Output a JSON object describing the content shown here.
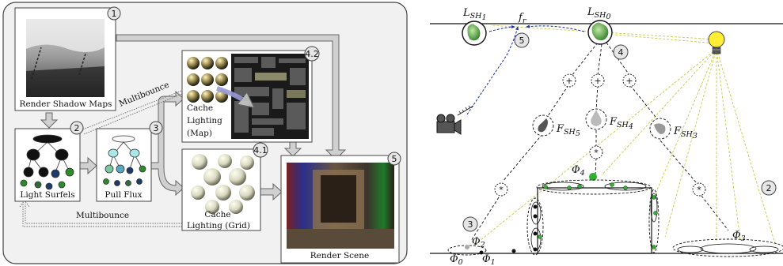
{
  "pipeline": {
    "stages": {
      "s1": {
        "number": "1",
        "label": "Render Shadow Maps"
      },
      "s2": {
        "number": "2",
        "label": "Light Surfels"
      },
      "s3": {
        "number": "3",
        "label": "Pull Flux"
      },
      "s42": {
        "number": "4.2",
        "label_lines": [
          "Cache",
          "Lighting",
          "(Map)"
        ]
      },
      "s41": {
        "number": "4.1",
        "label_lines": [
          "Cache",
          "Lighting (Grid)"
        ]
      },
      "s5": {
        "number": "5",
        "label": "Render Scene"
      }
    },
    "multibounce_top": "Multibounce",
    "multibounce_bottom": "Multibounce"
  },
  "hierarchy": {
    "L_SH1": {
      "base": "L",
      "sub": "SH",
      "idx": "1"
    },
    "L_SH0": {
      "base": "L",
      "sub": "SH",
      "idx": "0"
    },
    "f_r": {
      "base": "f",
      "sub": "r"
    },
    "F_SH5": {
      "base": "F",
      "sub": "SH",
      "idx": "5"
    },
    "F_SH4": {
      "base": "F",
      "sub": "SH",
      "idx": "4"
    },
    "F_SH3": {
      "base": "F",
      "sub": "SH",
      "idx": "3"
    },
    "Phi4": {
      "base": "Φ",
      "sub": "4"
    },
    "Phi3": {
      "base": "Φ",
      "sub": "3"
    },
    "Phi2": {
      "base": "Φ",
      "sub": "2"
    },
    "Phi0": {
      "base": "Φ",
      "sub": "0"
    },
    "Phi1": {
      "base": "Φ",
      "sub": "1"
    },
    "plus": "+",
    "times": "*",
    "step_numbers": {
      "s5": "5",
      "s4": "4",
      "s3": "3",
      "s2": "2"
    }
  },
  "colors": {
    "arrow_gray": "#c8c8c8",
    "panel_border": "#444444",
    "light_bulb": "#ffee33",
    "surfel_green": "#2fae2f",
    "blue_dash": "#1a2f9a",
    "yellow_dash": "#c8c84a"
  },
  "icons": [
    "camera-icon",
    "light-bulb-icon",
    "sh-lobe-icon"
  ]
}
